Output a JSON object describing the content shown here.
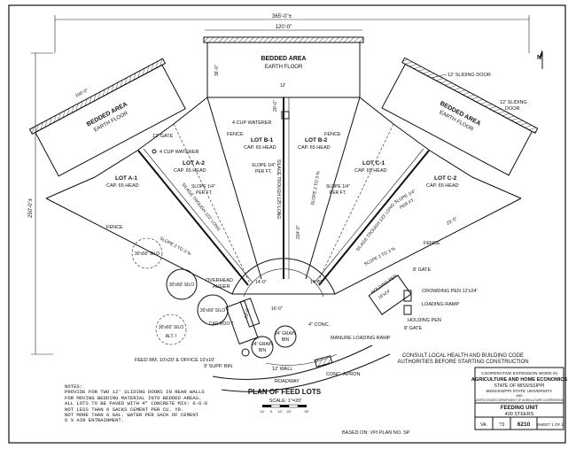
{
  "overall": {
    "width_dim": "365'-0\"±",
    "inner_width_dim": "120'-0\"",
    "height_dim": "250'-0\"±"
  },
  "areas": {
    "center_bedded": [
      "BEDDED AREA",
      "EARTH FLOOR"
    ],
    "left_bedded": [
      "BEDDED AREA",
      "EARTH FLOOR"
    ],
    "right_bedded": [
      "BEDDED AREA",
      "EARTH FLOOR"
    ]
  },
  "lots": [
    {
      "name": "LOT A-1",
      "cap": "CAP. 65 HEAD"
    },
    {
      "name": "LOT A-2",
      "cap": "CAP. 65 HEAD"
    },
    {
      "name": "LOT B-1",
      "cap": "CAP. 65 HEAD"
    },
    {
      "name": "LOT B-2",
      "cap": "CAP. 65 HEAD"
    },
    {
      "name": "LOT C-1",
      "cap": "CAP. 65 HEAD"
    },
    {
      "name": "LOT C-2",
      "cap": "CAP. 65 HEAD"
    }
  ],
  "labels": {
    "sliding_door_top": "12' SLIDING DOOR",
    "sliding_door_right": "12' SLIDING DOOR",
    "gate_left": "12' GATE",
    "waterer_left": "4 CUP WATERER",
    "waterer_center": "4 CUP WATERER",
    "fence_left": "FENCE",
    "fence_center_left": "FENCE",
    "fence_center_right": "FENCE",
    "fence_right": "FENCE",
    "slope_quarter": "SLOPE 1/4\"",
    "per_ft": "PER FT.",
    "silage_trough_left": "SILAGE TROUGH 123' LONG",
    "silage_trough_center": "SILAGE TROUGH 125' LONG",
    "silage_trough_right": "SILAGE TROUGH 123' LONG",
    "slope_2_3_left": "SLOPE 2 TO 3 %",
    "slope_2_3_center": "SLOPE 2 TO 3 %",
    "slope_2_3_right": "SLOPE 2 TO 3 %",
    "silo_1": "30'x50' SILO",
    "silo_2": "30'x60' SILO",
    "silo_3": "30'x60' SILO",
    "silo_4": "30'x60' SILO",
    "alt": "ALT. I",
    "overhead_auger": "OVERHEAD AUGER",
    "car_roo": "CAR ROO T.",
    "grain_bin": "24' GRAIN BIN",
    "grain_bin_2": "24' GRAIN BIN",
    "feed_rm": "FEED RM. 10'x20' & OFFICE 10'x10'",
    "supp_bin": "9' SUPP. BIN",
    "roadway": "ROADWAY",
    "wall": "12' WALL",
    "conc": "4\" CONC.",
    "conc_apron": "CONC. APRON",
    "manure_ramp": "MANURE LOADING RAMP",
    "holding_pen_label": "HOLDING PEN",
    "holding_pen_dims": "16'x24'",
    "gate_8_top": "8' GATE",
    "gate_8_bottom": "8' GATE",
    "crowding_pen": "CROWDING PEN 12'x24'",
    "loading_ramp": "LOADING RAMP",
    "holding_pen_right": "HOLDING PEN",
    "north": "N",
    "dim_36": "36'-0\"",
    "dim_20": "20'-0\"",
    "dim_12": "12'",
    "dim_14": "14'-0\"",
    "dim_16": "16'-0\"",
    "dim_234": "234'-0\"",
    "dim_23": "23'-0\"",
    "dim_100": "100'-0\""
  },
  "plan_title": "PLAN OF FEED LOTS",
  "scale": "SCALE: 1\"=20'",
  "scale_ticks": [
    "10'",
    "0",
    "10'",
    "20'",
    "30'"
  ],
  "based_on": "BASED ON: VPI PLAN NO. SP",
  "consult": [
    "CONSULT LOCAL HEALTH AND BUILDING CODE",
    "AUTHORITIES BEFORE STARTING CONSTRUCTION"
  ],
  "notes": {
    "heading": "NOTES:",
    "lines": [
      "PROVIDE FOR TWO 12' SLIDING DOORS IN REAR WALLS",
      "FOR MOVING BEDDING MATERIAL INTO BEDDED AREAS.",
      "ALL LOTS TO BE PAVED WITH 4\" CONCRETE MIX: 6-6-6",
      "NOT LESS THAN 6 SACKS CEMENT PER CU. YD.",
      "NOT MORE THAN 6 GAL. WATER PER SACK OF CEMENT",
      "6 % AIR ENTRAINMENT."
    ]
  },
  "title_block": {
    "line1": "COOPERATIVE EXTENSION WORK IN",
    "line2": "AGRICULTURE AND HOME ECONOMICS",
    "line3": "STATE OF MISSISSIPPI",
    "line4": "MISSISSIPPI STATE UNIVERSITY",
    "line5": "AND",
    "line6": "UNITED STATES DEPARTMENT OF AGRICULTURE COOPERATING",
    "title1": "FEEDING UNIT",
    "title2": "400 STEERS",
    "state": "VA.",
    "year": "'73",
    "plan_no": "6210",
    "sheet": "SHEET 1 OF 1"
  }
}
